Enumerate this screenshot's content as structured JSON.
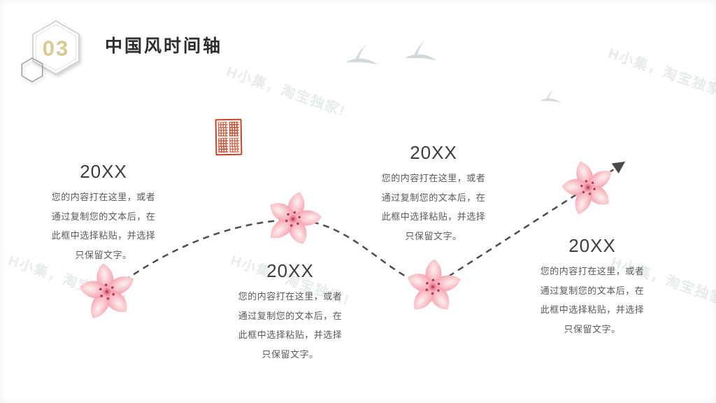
{
  "header": {
    "section_number": "03",
    "title": "中国风时间轴"
  },
  "watermark": {
    "text": "H小集，淘宝独家!"
  },
  "timeline": {
    "items": [
      {
        "year": "20XX",
        "lines": [
          "您的内容打在这里，或者",
          "通过复制您的文本后，在",
          "此框中选择粘贴，并选择",
          "只保留文字。"
        ]
      },
      {
        "year": "20XX",
        "lines": [
          "您的内容打在这里，或者",
          "通过复制您的文本后，在",
          "此框中选择粘贴，并选择",
          "只保留文字。"
        ]
      },
      {
        "year": "20XX",
        "lines": [
          "您的内容打在这里，或者",
          "通过复制您的文本后，在",
          "此框中选择粘贴，并选择",
          "只保留文字。"
        ]
      },
      {
        "year": "20XX",
        "lines": [
          "您的内容打在这里，或者",
          "通过复制您的文本后，在",
          "此框中选择粘贴，并选择",
          "只保留文字。"
        ]
      }
    ]
  },
  "icons": {
    "hexagon_badge": "hexagon-outline-badge",
    "seal": "red-chinese-seal-stamp",
    "bird": "flying-crane-silhouette",
    "flower": "pink-blossom",
    "timeline_arrow": "dashed-arrow-up-right"
  },
  "colors": {
    "accent_gold": "#d8ca92",
    "title_text": "#2e2e2e",
    "body_text": "#5a5a5a",
    "dashed_line": "#4d4d4d",
    "petal_pink": "#f0879b",
    "seal_red": "#c0472b",
    "bird_gray": "#c9cfd2"
  }
}
